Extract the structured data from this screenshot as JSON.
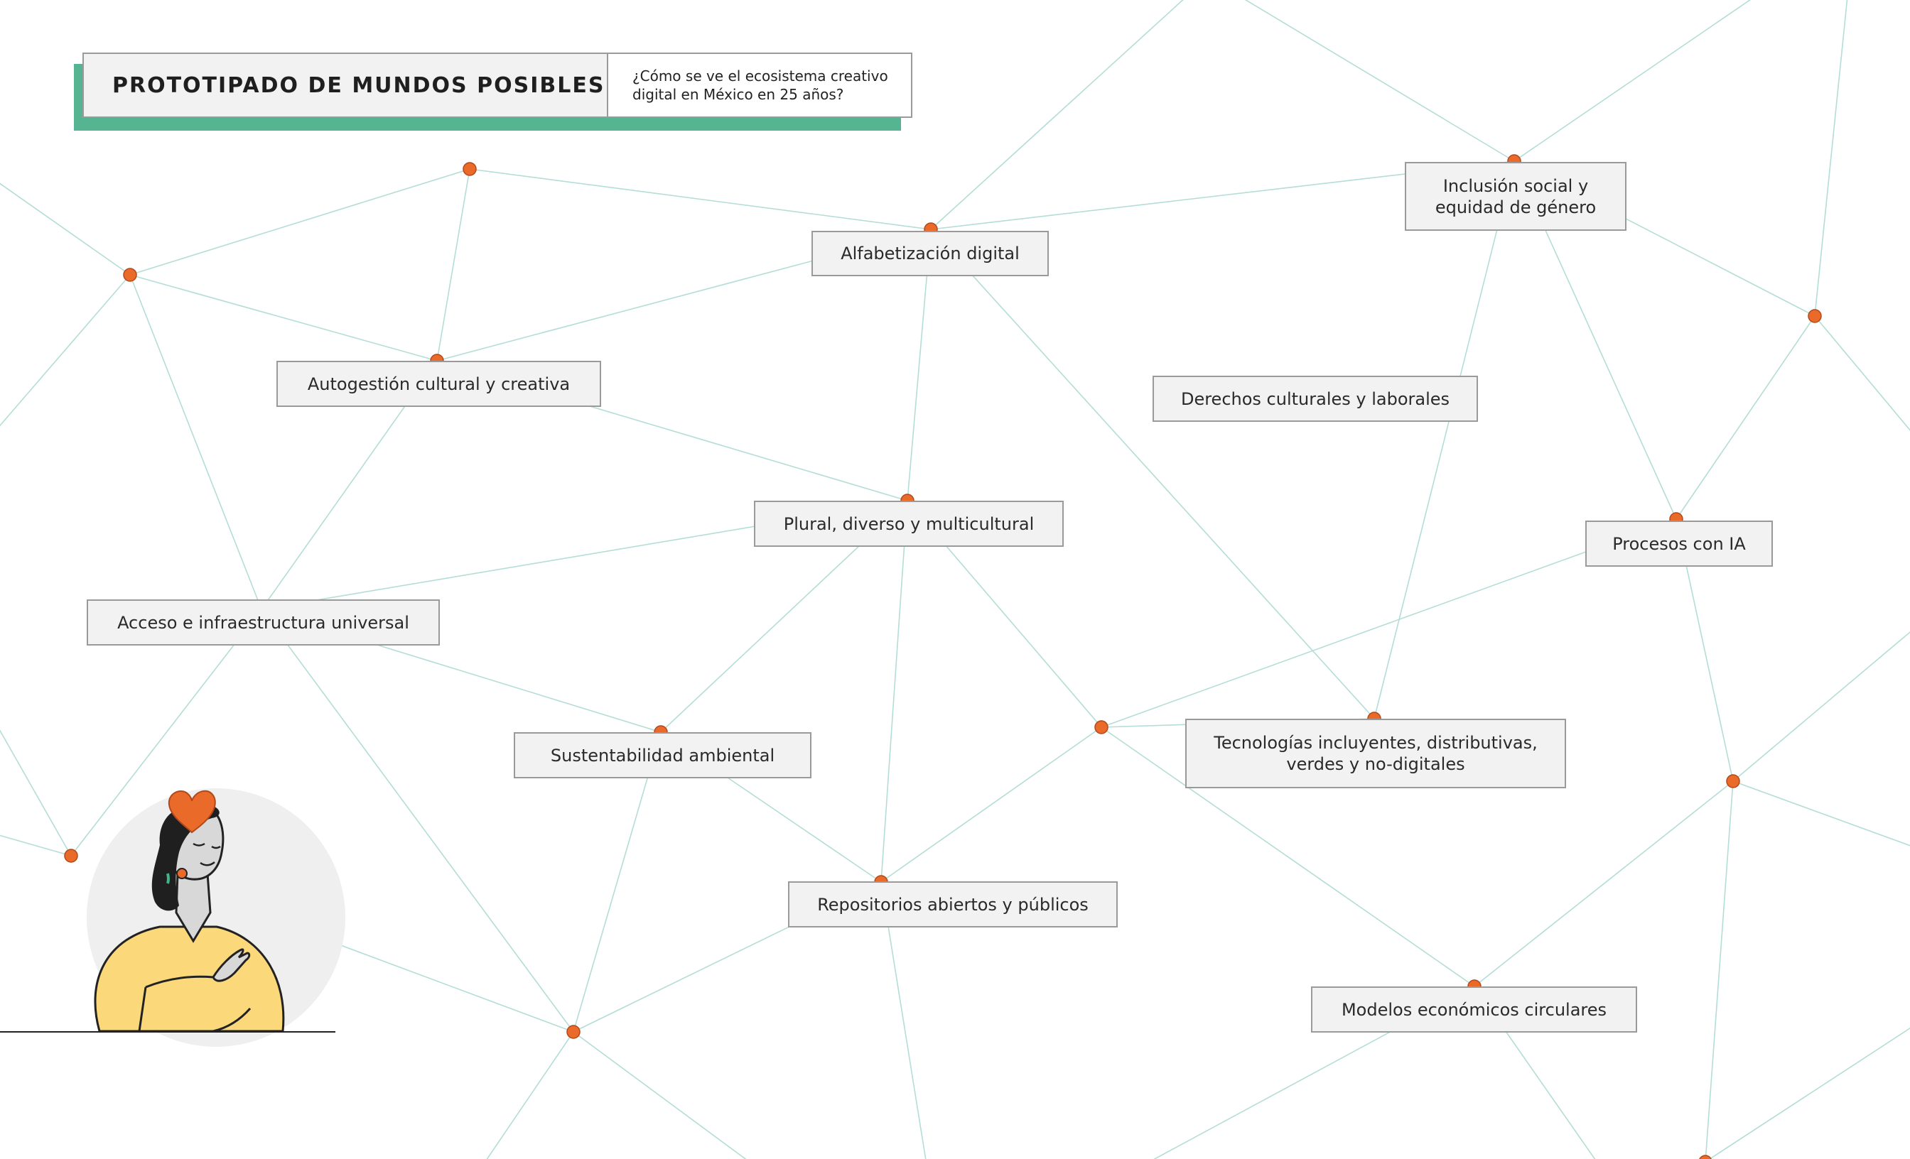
{
  "header": {
    "title": "PROTOTIPADO DE MUNDOS POSIBLES",
    "question": "¿Cómo se ve el ecosistema creativo digital en México en 25 años?"
  },
  "topics": [
    "Alfabetización digital",
    "Inclusión social y\nequidad de género",
    "Autogestión cultural y creativa",
    "Derechos culturales y laborales",
    "Plural, diverso y multicultural",
    "Procesos con IA",
    "Acceso e infraestructura universal",
    "Sustentabilidad ambiental",
    "Tecnologías incluyentes, distributivas,\nverdes y no-digitales",
    "Repositorios abiertos y públicos",
    "Modelos económicos circulares"
  ],
  "colors": {
    "accent": "#ea6a2a",
    "edges": "#b3ddd6",
    "title_bar": "#55b593",
    "figure_shirt": "#fbd97a"
  },
  "icons": {
    "figure": "person-with-hand-on-heart-illustration",
    "heart": "heart-icon"
  }
}
